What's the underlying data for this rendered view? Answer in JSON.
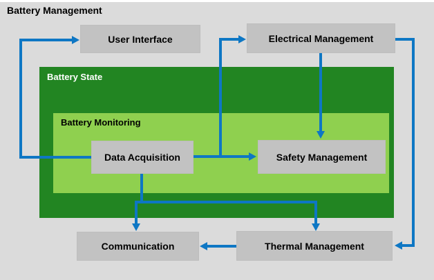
{
  "diagram": {
    "title": "Battery Management",
    "containers": {
      "battery_state": {
        "label": "Battery State"
      },
      "battery_monitoring": {
        "label": "Battery Monitoring"
      }
    },
    "nodes": {
      "user_interface": {
        "label": "User Interface"
      },
      "electrical_management": {
        "label": "Electrical Management"
      },
      "data_acquisition": {
        "label": "Data Acquisition"
      },
      "safety_management": {
        "label": "Safety Management"
      },
      "communication": {
        "label": "Communication"
      },
      "thermal_management": {
        "label": "Thermal Management"
      }
    },
    "edges": [
      {
        "from": "data_acquisition",
        "to": "user_interface"
      },
      {
        "from": "data_acquisition",
        "to": "electrical_management"
      },
      {
        "from": "data_acquisition",
        "to": "safety_management"
      },
      {
        "from": "data_acquisition",
        "to": "communication"
      },
      {
        "from": "data_acquisition",
        "to": "thermal_management"
      },
      {
        "from": "electrical_management",
        "to": "safety_management"
      },
      {
        "from": "electrical_management",
        "to": "thermal_management"
      },
      {
        "from": "thermal_management",
        "to": "communication"
      }
    ],
    "colors": {
      "background": "#dbdbdb",
      "node_fill": "#c2c2c2",
      "battery_state_fill": "#228522",
      "battery_monitoring_fill": "#8fd04f",
      "arrow": "#0e77c4",
      "title_text": "#000000",
      "battery_state_label_text": "#ffffff"
    }
  }
}
